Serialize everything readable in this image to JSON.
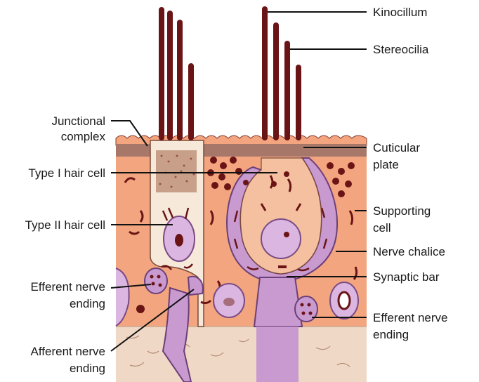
{
  "labels": {
    "kinocilium": "Kinocillum",
    "stereocilia": "Stereocilia",
    "junctional_line1": "Junctional",
    "junctional_line2": "complex",
    "cuticular_line1": "Cuticular",
    "cuticular_line2": "plate",
    "type1": "Type I hair cell",
    "type2": "Type II hair cell",
    "supporting_line1": "Supporting",
    "supporting_line2": "cell",
    "nerve_chalice": "Nerve chalice",
    "synaptic_bar": "Synaptic bar",
    "efferent_left_line1": "Efferent nerve",
    "efferent_left_line2": "ending",
    "efferent_right_line1": "Efferent nerve",
    "efferent_right_line2": "ending",
    "afferent_line1": "Afferent nerve",
    "afferent_line2": "ending"
  },
  "colors": {
    "epithelium": "#f2a57f",
    "cuticular_plate": "#a7786a",
    "type2_cell": "#f6e9da",
    "nerve": "#c99ad0",
    "nucleus": "#dbb6e0",
    "organelle": "#6a1416",
    "cilia": "#6a1416",
    "basement": "#efd8c5"
  }
}
